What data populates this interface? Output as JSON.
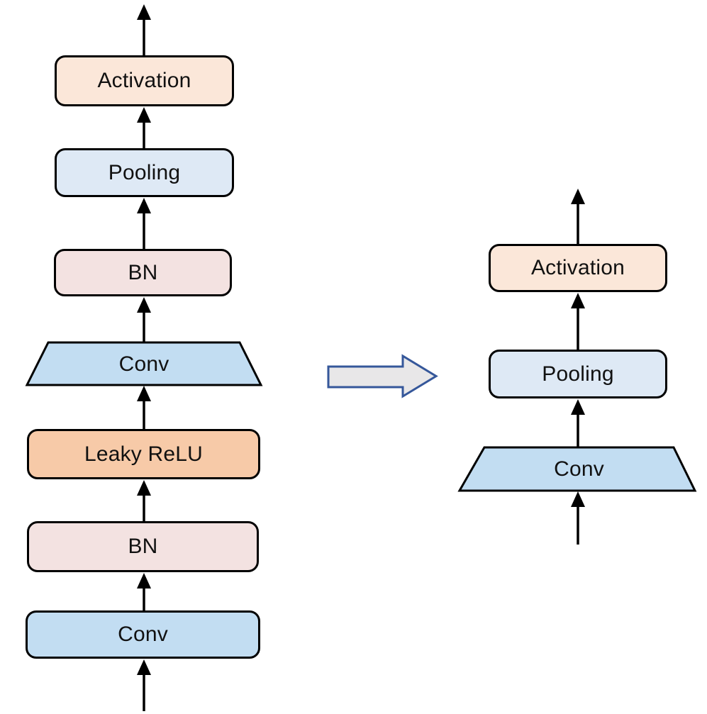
{
  "diagram_type": "neural-network-block-simplification",
  "left_pipeline": {
    "name": "original block sequence (bottom to top: Conv, BN, Leaky ReLU, Conv, BN, Pooling, Activation)",
    "nodes": [
      {
        "label": "Activation",
        "shape": "rounded-rect",
        "fill": "#FBE7D9"
      },
      {
        "label": "Pooling",
        "shape": "rounded-rect",
        "fill": "#DEE9F5"
      },
      {
        "label": "BN",
        "shape": "rounded-rect",
        "fill": "#F3E2E1"
      },
      {
        "label": "Conv",
        "shape": "trapezoid",
        "fill": "#C2DDF2"
      },
      {
        "label": "Leaky ReLU",
        "shape": "rounded-rect",
        "fill": "#F7CAA8"
      },
      {
        "label": "BN",
        "shape": "rounded-rect",
        "fill": "#F3E2E1"
      },
      {
        "label": "Conv",
        "shape": "rounded-rect",
        "fill": "#C2DDF2"
      }
    ]
  },
  "right_pipeline": {
    "name": "simplified block sequence (bottom to top: Conv, Pooling, Activation)",
    "nodes": [
      {
        "label": "Activation",
        "shape": "rounded-rect",
        "fill": "#FBE7D9"
      },
      {
        "label": "Pooling",
        "shape": "rounded-rect",
        "fill": "#DEE9F5"
      },
      {
        "label": "Conv",
        "shape": "trapezoid",
        "fill": "#C2DDF2"
      }
    ]
  },
  "transform_arrow": {
    "direction": "right",
    "fill": "#E8E7E8",
    "border": "#35579A"
  },
  "colors": {
    "background": "#FFFFFF",
    "node_outline": "#000000",
    "flow_arrows": "#000000",
    "text": "#111111"
  }
}
